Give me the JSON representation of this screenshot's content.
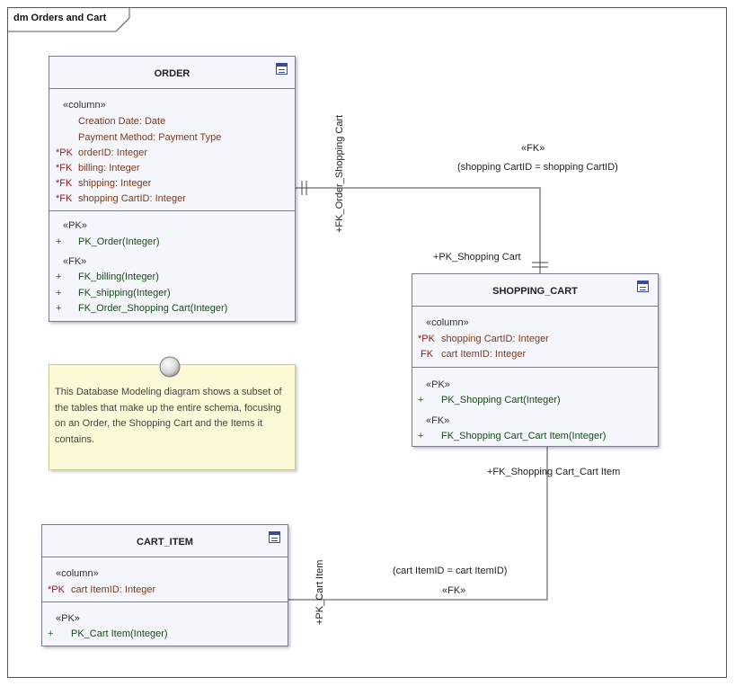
{
  "diagram": {
    "title": "dm Orders and Cart"
  },
  "order": {
    "name": "ORDER",
    "column_stereotype": "«column»",
    "columns": [
      {
        "key": "",
        "text": "Creation Date: Date"
      },
      {
        "key": "",
        "text": "Payment Method: Payment Type"
      },
      {
        "key": "*PK",
        "text": "orderID: Integer"
      },
      {
        "key": "*FK",
        "text": "billing: Integer"
      },
      {
        "key": "*FK",
        "text": "shipping: Integer"
      },
      {
        "key": "*FK",
        "text": "shopping CartID: Integer"
      }
    ],
    "pk_stereotype": "«PK»",
    "pk_ops": [
      {
        "sign": "+",
        "text": "PK_Order(Integer)"
      }
    ],
    "fk_stereotype": "«FK»",
    "fk_ops": [
      {
        "sign": "+",
        "text": "FK_billing(Integer)"
      },
      {
        "sign": "+",
        "text": "FK_shipping(Integer)"
      },
      {
        "sign": "+",
        "text": "FK_Order_Shopping Cart(Integer)"
      }
    ]
  },
  "shopping_cart": {
    "name": "SHOPPING_CART",
    "column_stereotype": "«column»",
    "columns": [
      {
        "key": "*PK",
        "text": "shopping CartID: Integer"
      },
      {
        "key": "FK",
        "text": "cart ItemID: Integer"
      }
    ],
    "pk_stereotype": "«PK»",
    "pk_ops": [
      {
        "sign": "+",
        "text": "PK_Shopping Cart(Integer)"
      }
    ],
    "fk_stereotype": "«FK»",
    "fk_ops": [
      {
        "sign": "+",
        "text": "FK_Shopping Cart_Cart Item(Integer)"
      }
    ]
  },
  "cart_item": {
    "name": "CART_ITEM",
    "column_stereotype": "«column»",
    "columns": [
      {
        "key": "*PK",
        "text": "cart ItemID: Integer"
      }
    ],
    "pk_stereotype": "«PK»",
    "pk_ops": [
      {
        "sign": "+",
        "text": "PK_Cart Item(Integer)"
      }
    ]
  },
  "note": {
    "text": "This Database Modeling diagram shows a subset of the tables that make up the entire schema, focusing on an Order, the Shopping Cart and the Items it contains."
  },
  "relationships": {
    "order_cart": {
      "stereotype": "«FK»",
      "condition": "(shopping CartID = shopping CartID)",
      "source_role": "+FK_Order_Shopping Cart",
      "target_role": "+PK_Shopping Cart"
    },
    "cart_item": {
      "stereotype": "«FK»",
      "condition": "(cart ItemID = cart ItemID)",
      "source_role": "+FK_Shopping Cart_Cart Item",
      "target_role": "+PK_Cart Item"
    }
  },
  "colors": {
    "entity_fill": "#f5f5fc",
    "note_fill": "#fbf9d6",
    "key_text": "#8b1a1a",
    "operation_text": "#1a4a1a"
  }
}
